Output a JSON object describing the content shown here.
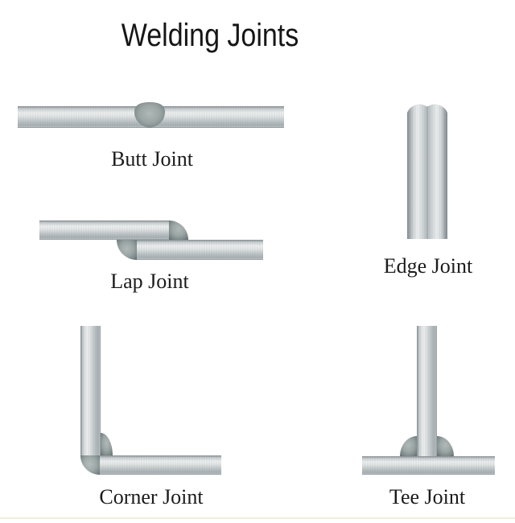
{
  "title": "Welding Joints",
  "figures": {
    "butt": {
      "label": "Butt Joint"
    },
    "lap": {
      "label": "Lap Joint"
    },
    "edge": {
      "label": "Edge Joint"
    },
    "corner": {
      "label": "Corner Joint"
    },
    "tee": {
      "label": "Tee Joint"
    }
  },
  "colors": {
    "background": "#ffffff",
    "text": "#1b1b1b",
    "metal_highlight": "#edeff0",
    "metal_shadow": "#848d91",
    "weld_bead_dark": "#5c6869",
    "weld_bead_light": "#b0b9b8",
    "footer_line": "#f1ecdc"
  }
}
